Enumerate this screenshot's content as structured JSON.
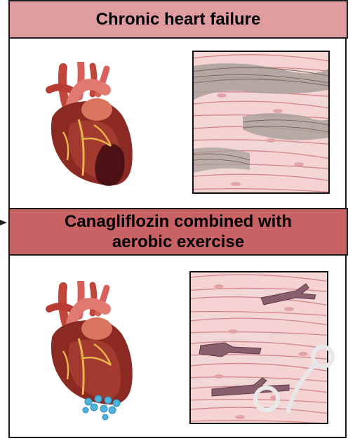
{
  "panel_top": {
    "title": "Chronic heart failure"
  },
  "panel_bottom": {
    "title_line1": "Canagliflozin combined with",
    "title_line2": "aerobic exercise"
  },
  "colors": {
    "banner_light": "#e09d9f",
    "banner_dark": "#c96265",
    "myocyte_pink": "#f2c9c9",
    "fibrosis_gray": "#a89f9a",
    "damaged_cell": "#8a5f6c",
    "drug_dot": "#4fb3dc",
    "heart_red": "#8b2a22"
  },
  "icons": [
    "heart-illustration",
    "fibrotic-tissue",
    "healthy-tissue",
    "drug-droplets",
    "arrow-icon"
  ]
}
